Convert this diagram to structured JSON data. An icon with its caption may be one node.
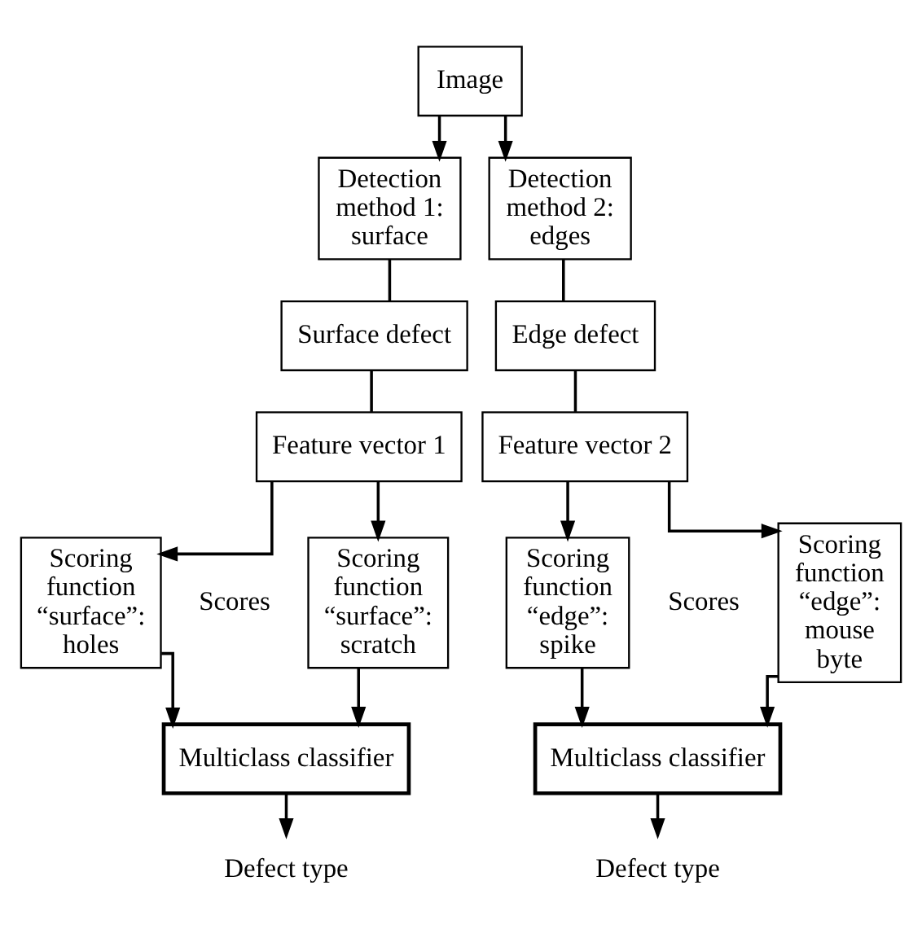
{
  "diagram": {
    "nodes": [
      {
        "text": [
          "Image"
        ]
      },
      {
        "text": [
          "Detection method 1: surface"
        ]
      },
      {
        "text": [
          "Detection method 2: edges"
        ]
      },
      {
        "text": [
          "Surface defect"
        ]
      },
      {
        "text": [
          "Edge defect"
        ]
      },
      {
        "text": [
          "Feature vector 1"
        ]
      },
      {
        "text": [
          "Feature vector 2"
        ]
      },
      {
        "text": [
          "Scoring function “surface”: holes"
        ]
      },
      {
        "text": [
          "Scoring function “surface”: scratch"
        ]
      },
      {
        "text": [
          "Scoring function “edge”: spike"
        ]
      },
      {
        "text": [
          "Scoring function “edge”: mouse byte"
        ]
      },
      {
        "text": [
          "Multiclass classifier"
        ]
      },
      {
        "text": [
          "Multiclass classifier"
        ]
      },
      {
        "text": [
          "Defect type"
        ]
      },
      {
        "text": [
          "Defect type"
        ]
      }
    ],
    "edges": [
      {
        "from": 0,
        "to": 1,
        "arrow": "to"
      },
      {
        "from": 0,
        "to": 2,
        "arrow": "to"
      },
      {
        "from": 1,
        "to": 3,
        "arrow": "none"
      },
      {
        "from": 3,
        "to": 5,
        "arrow": "none"
      },
      {
        "from": 2,
        "to": 4,
        "arrow": "none"
      },
      {
        "from": 4,
        "to": 6,
        "arrow": "none"
      },
      {
        "from": 5,
        "to": 7,
        "arrow": "to"
      },
      {
        "from": 5,
        "to": 8,
        "arrow": "to"
      },
      {
        "from": 6,
        "to": 9,
        "arrow": "to"
      },
      {
        "from": 6,
        "to": 10,
        "arrow": "to"
      },
      {
        "from": 7,
        "to": 11,
        "arrow": "to"
      },
      {
        "from": 8,
        "to": 11,
        "arrow": "to"
      },
      {
        "from": 9,
        "to": 12,
        "arrow": "to"
      },
      {
        "from": 10,
        "to": 12,
        "arrow": "to"
      },
      {
        "from": 11,
        "to": 13,
        "arrow": "to"
      },
      {
        "from": 12,
        "to": 14,
        "arrow": "to"
      }
    ],
    "labels": [
      "Scores",
      "Scores"
    ]
  }
}
